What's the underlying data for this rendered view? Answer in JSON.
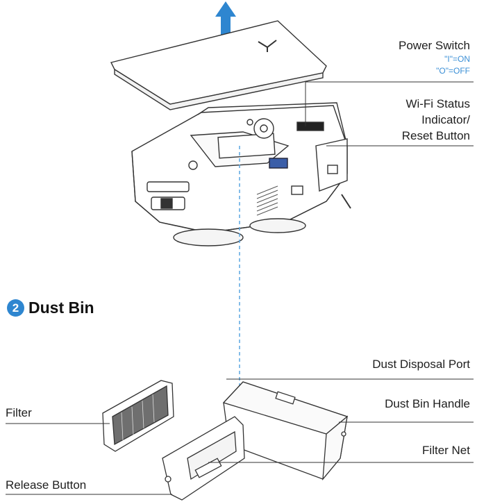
{
  "section": {
    "number": "2",
    "title": "Dust Bin"
  },
  "labels": {
    "power_switch": "Power Switch",
    "power_on": "\"I\"=ON",
    "power_off": "\"O\"=OFF",
    "wifi_line1": "Wi-Fi Status",
    "wifi_line2": "Indicator/",
    "wifi_line3": "Reset Button",
    "dust_disposal_port": "Dust Disposal Port",
    "dust_bin_handle": "Dust Bin Handle",
    "filter": "Filter",
    "filter_net": "Filter Net",
    "release_button": "Release Button"
  },
  "colors": {
    "accent_blue": "#2e86d0",
    "line": "#333333",
    "dashed": "#5aa6e0"
  }
}
